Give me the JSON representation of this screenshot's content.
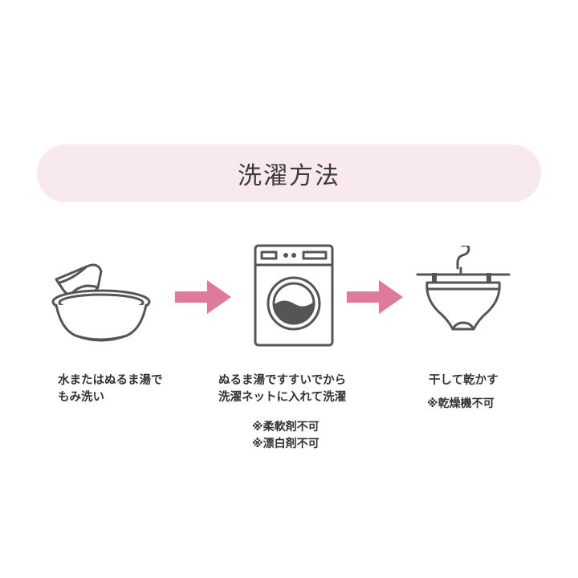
{
  "title": "洗濯方法",
  "colors": {
    "pill_bg": "#f8e9ee",
    "arrow": "#e07a9a",
    "icon_stroke": "#555555"
  },
  "steps": [
    {
      "icon": "basin-with-underwear-icon",
      "lines": [
        "水またはぬるま湯で",
        "もみ洗い"
      ],
      "notes": []
    },
    {
      "icon": "washing-machine-icon",
      "lines": [
        "ぬるま湯ですすいでから",
        "洗濯ネットに入れて洗濯"
      ],
      "notes": [
        "※柔軟剤不可",
        "※漂白剤不可"
      ]
    },
    {
      "icon": "hanging-underwear-icon",
      "lines": [
        "干して乾かす"
      ],
      "notes": [
        "※乾燥機不可"
      ]
    }
  ]
}
